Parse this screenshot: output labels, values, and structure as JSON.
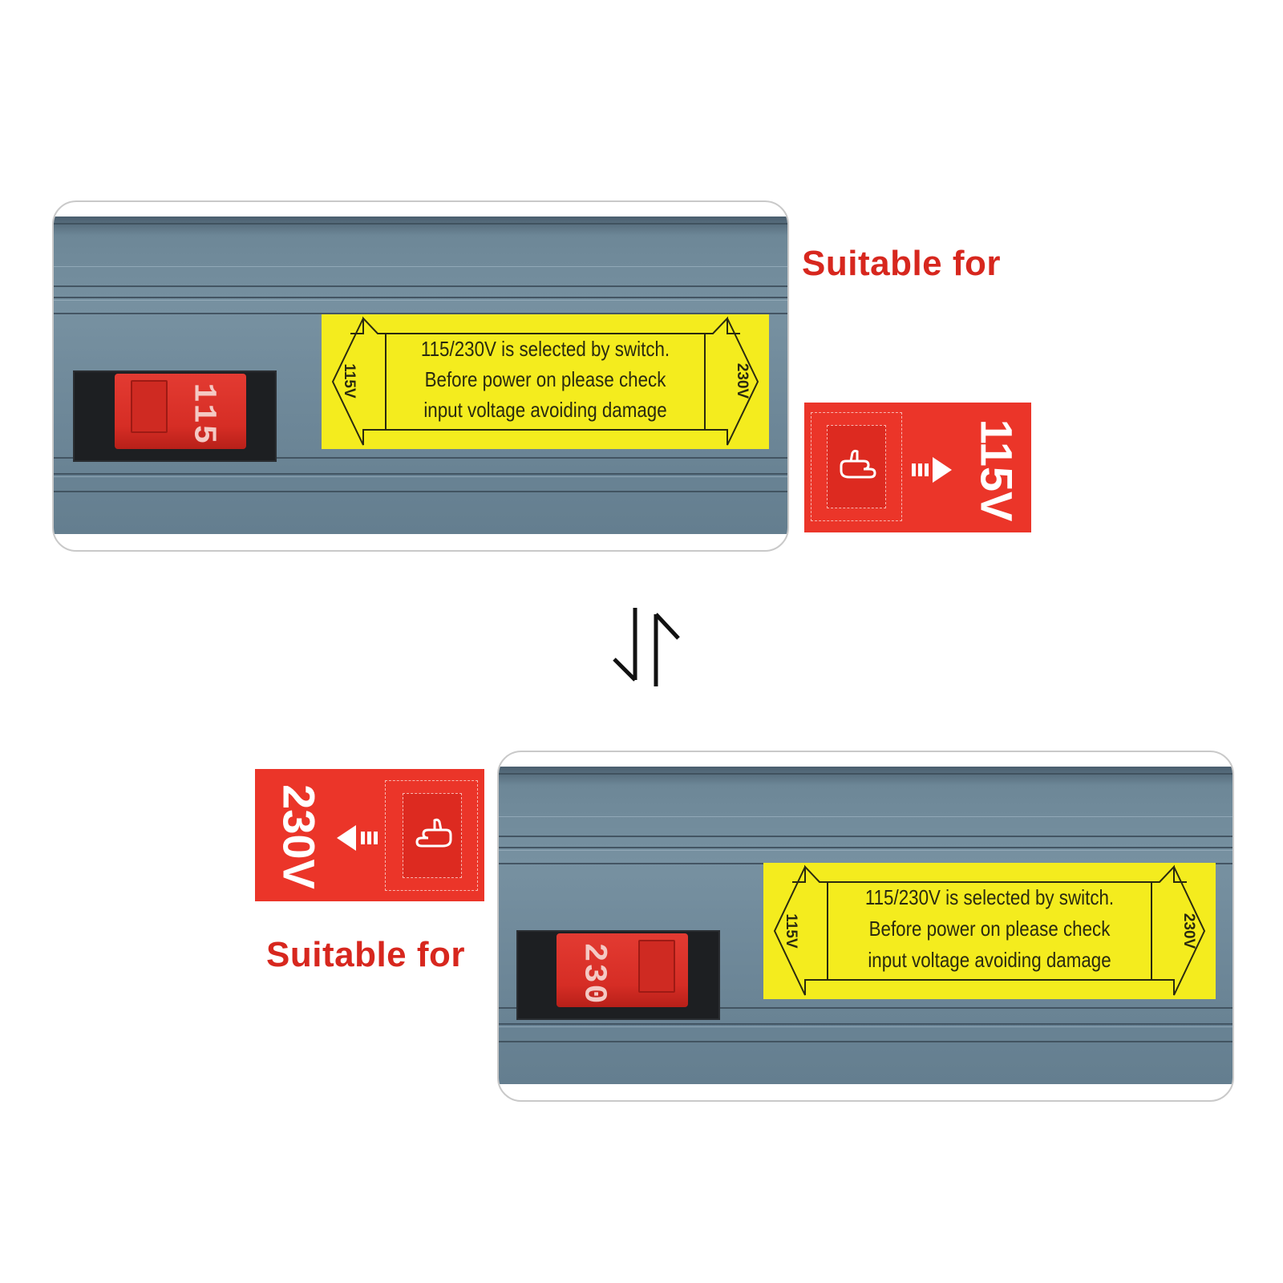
{
  "top": {
    "switch_position": "115",
    "label_lines": [
      "115/230V is selected by switch.",
      "Before power on please check",
      "input voltage avoiding damage"
    ],
    "arrow_left": "115V",
    "arrow_right": "230V",
    "suitable_text": "Suitable for",
    "tag_voltage": "115V",
    "tag_icon": "hand-pointing-icon"
  },
  "bottom": {
    "switch_position": "230",
    "label_lines": [
      "115/230V is selected by switch.",
      "Before power on please check",
      "input voltage avoiding damage"
    ],
    "arrow_left": "115V",
    "arrow_right": "230V",
    "suitable_text": "Suitable for",
    "tag_voltage": "230V",
    "tag_icon": "hand-pointing-icon"
  },
  "swap_icon": "swap-arrows-icon",
  "colors": {
    "accent_red": "#eb3529",
    "text_red": "#d7271e",
    "label_yellow": "#f4ec1e",
    "housing_blue": "#7791a1"
  }
}
